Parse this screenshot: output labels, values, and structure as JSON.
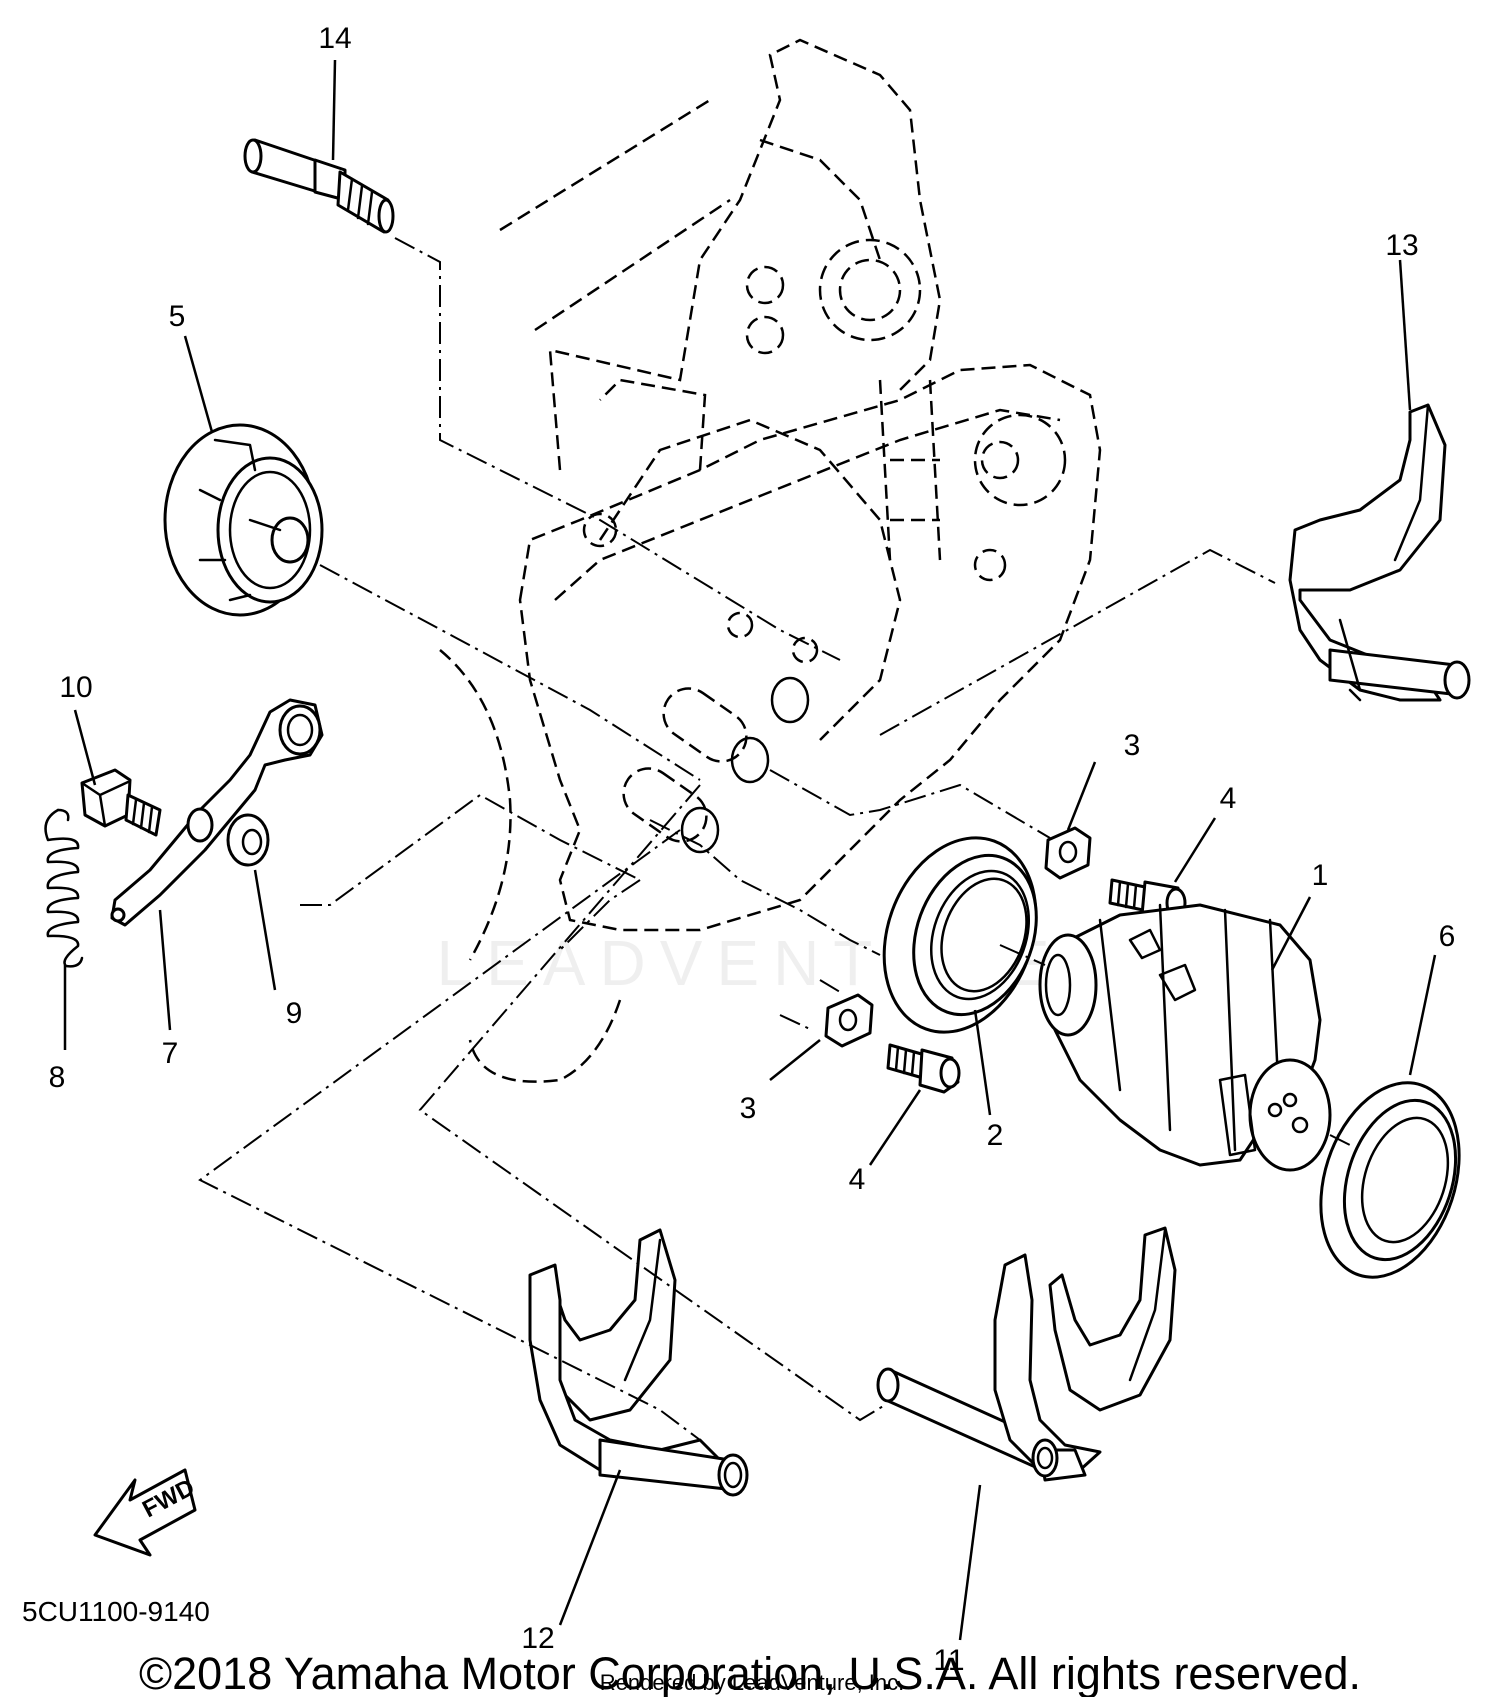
{
  "diagram": {
    "callouts": [
      "1",
      "2",
      "3",
      "3",
      "4",
      "4",
      "5",
      "6",
      "7",
      "8",
      "9",
      "10",
      "11",
      "12",
      "13",
      "14"
    ],
    "direction_label": "FWD",
    "part_code": "5CU1100-9140",
    "copyright": "©2018 Yamaha Motor Corporation, U.S.A. All rights reserved.",
    "rendered_by": "Rendered by LeadVenture, Inc.",
    "watermark": "LEADVENTURE"
  }
}
